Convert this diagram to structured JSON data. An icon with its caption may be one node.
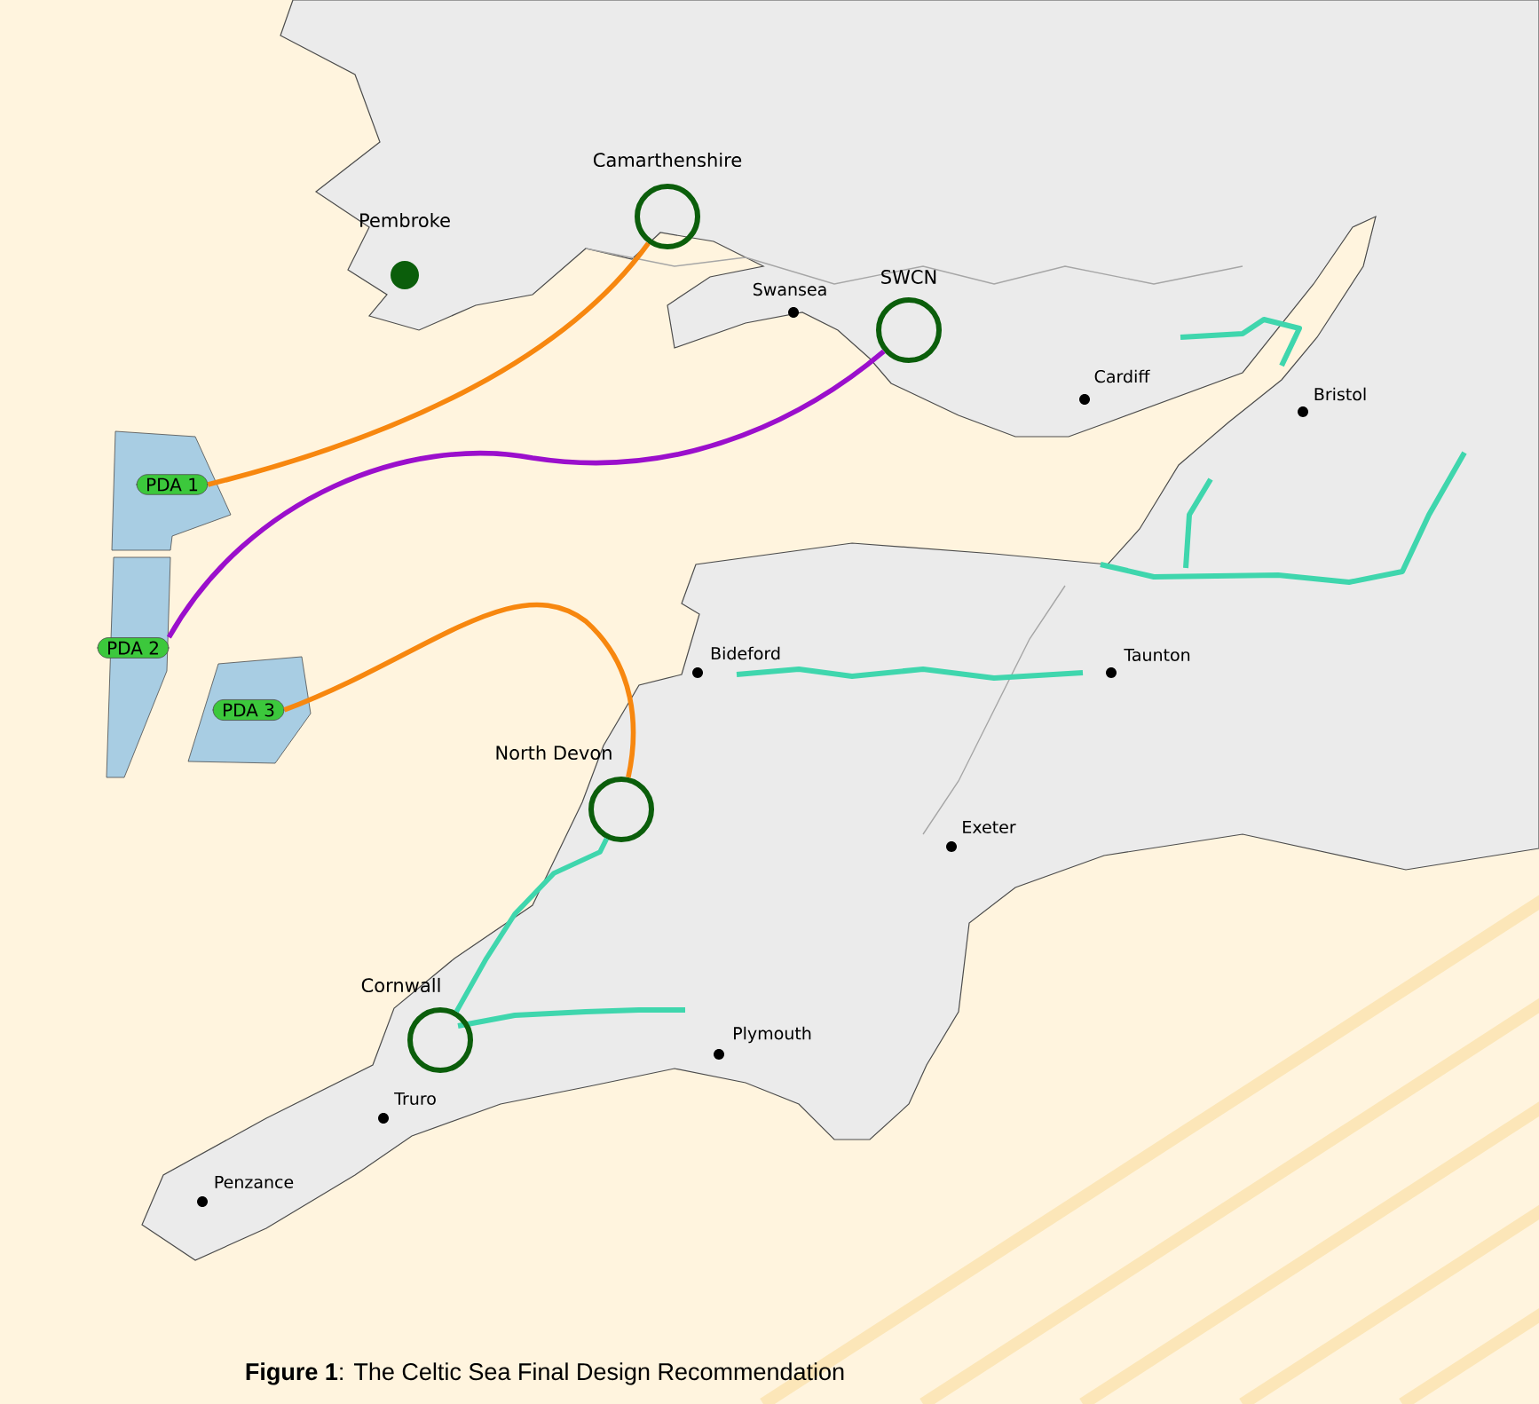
{
  "diagram": {
    "caption": "**Figure 1**: The Celtic Sea Final Design Recommendation",
    "nodes": [
      {
        "text": [
          "PDA 1"
        ]
      },
      {
        "text": [
          "PDA 2"
        ]
      },
      {
        "text": [
          "PDA 3"
        ]
      },
      {
        "text": [
          "Camarthenshire"
        ]
      },
      {
        "text": [
          "Pembroke"
        ]
      },
      {
        "text": [
          "SWCN"
        ]
      },
      {
        "text": [
          "North Devon"
        ]
      },
      {
        "text": [
          "Cornwall"
        ]
      }
    ],
    "edges": [
      {
        "from": 0,
        "to": 3,
        "arrow": "none",
        "color": "#f7870f"
      },
      {
        "from": 1,
        "to": 5,
        "arrow": "none",
        "color": "#9b0fcc"
      },
      {
        "from": 2,
        "to": 6,
        "arrow": "none",
        "color": "#f7870f"
      },
      {
        "from": 6,
        "to": 7,
        "arrow": "none",
        "color": "#3fd6ad"
      }
    ],
    "labels": [
      "Swansea",
      "Cardiff",
      "Bristol",
      "Bideford",
      "Taunton",
      "Exeter",
      "Plymouth",
      "Truro",
      "Penzance"
    ]
  }
}
